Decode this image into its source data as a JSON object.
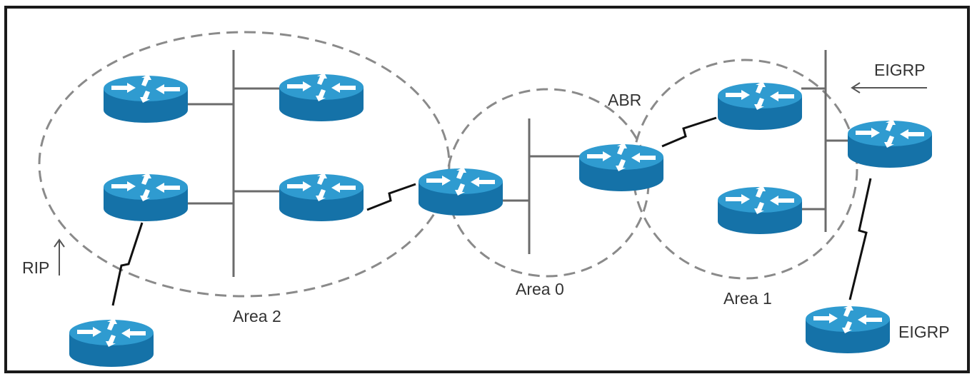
{
  "labels": {
    "area2": "Area 2",
    "area0": "Area 0",
    "area1": "Area 1",
    "abr": "ABR",
    "rip": "RIP",
    "eigrp_top": "EIGRP",
    "eigrp_bottom": "EIGRP"
  },
  "colors": {
    "router_top": "#2f9bd0",
    "router_side": "#1572a8",
    "router_arrows": "#ffffff",
    "area_border": "#8a8a8a",
    "line": "#6b6b6b",
    "serial_link": "#111111"
  },
  "icons": {
    "router": "router-icon"
  }
}
